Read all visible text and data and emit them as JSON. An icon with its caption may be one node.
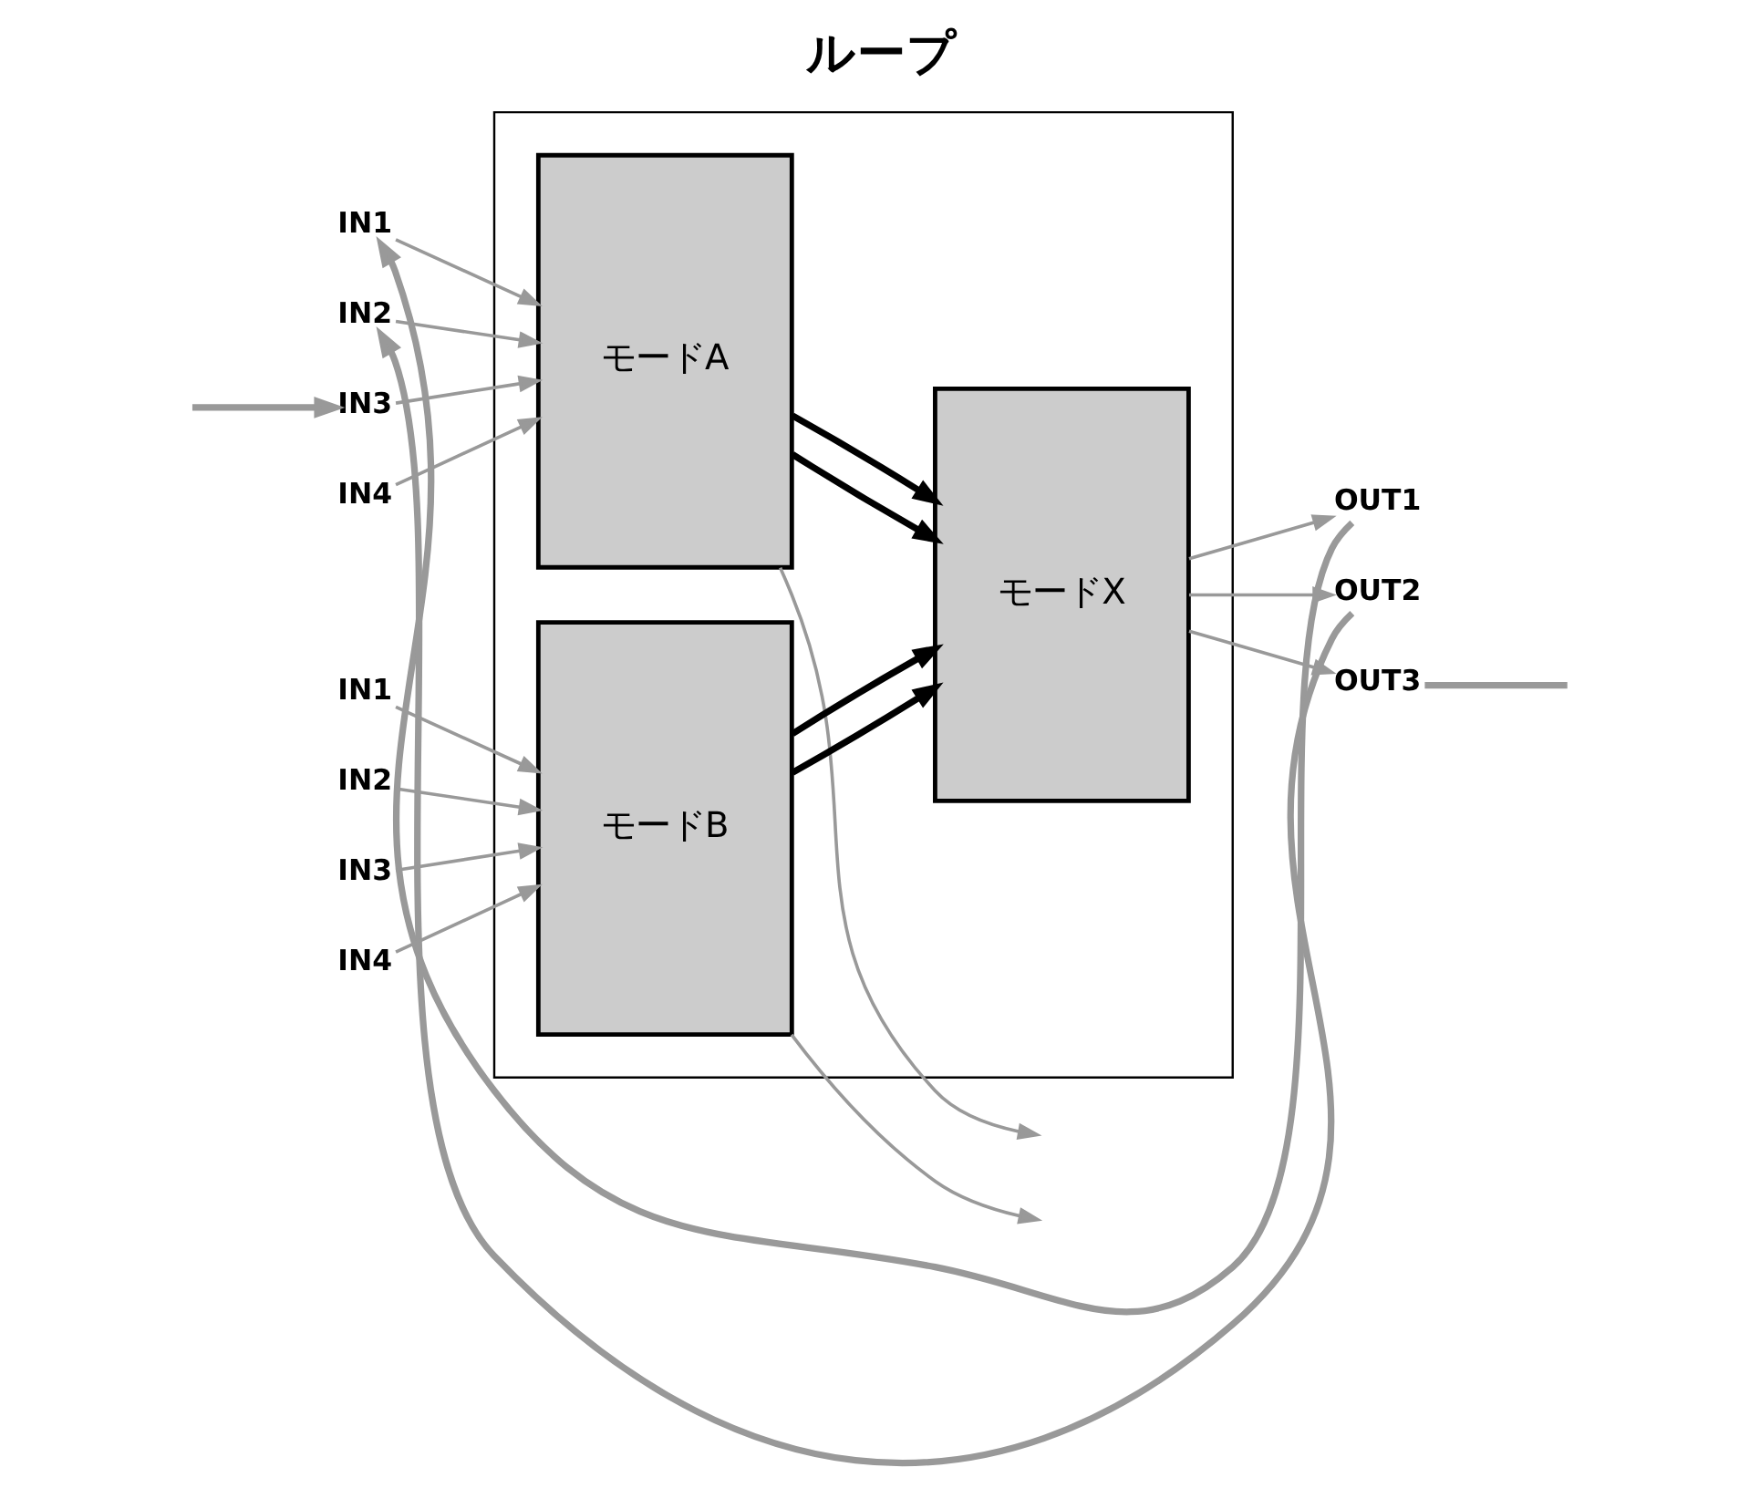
{
  "diagram": {
    "title": "ループ",
    "nodes": [
      {
        "text": [],
        "shape": "box"
      },
      {
        "text": [
          "モードA"
        ],
        "in": 0
      },
      {
        "text": [
          "モードX"
        ],
        "in": 0
      },
      {
        "text": [
          "モードB"
        ],
        "in": 0
      },
      {
        "text": [
          "IN1"
        ]
      },
      {
        "text": [
          "IN2"
        ]
      },
      {
        "text": [
          "IN3"
        ]
      },
      {
        "text": [
          "IN4"
        ]
      },
      {
        "text": [
          "OUT1"
        ]
      },
      {
        "text": [
          "OUT2"
        ]
      },
      {
        "text": [
          "OUT3"
        ]
      },
      {
        "text": [
          "IN1"
        ]
      },
      {
        "text": [
          "IN2"
        ]
      },
      {
        "text": [
          "IN3"
        ]
      },
      {
        "text": [
          "IN4"
        ]
      }
    ],
    "edges": [
      {
        "from": 4,
        "to": 1,
        "arrow": "to"
      },
      {
        "from": 5,
        "to": 1,
        "arrow": "to"
      },
      {
        "from": 6,
        "to": 1,
        "arrow": "to"
      },
      {
        "from": 7,
        "to": 1,
        "arrow": "to"
      },
      {
        "from": 1,
        "to": 2,
        "arrow": "to",
        "style": "thick",
        "color": "#000000"
      },
      {
        "from": 1,
        "to": null,
        "arrow": "to"
      },
      {
        "from": 1,
        "to": 2,
        "arrow": "to",
        "style": "thick",
        "color": "#000000"
      },
      {
        "from": 3,
        "to": 2,
        "arrow": "to",
        "style": "thick",
        "color": "#000000"
      },
      {
        "from": 3,
        "to": 2,
        "arrow": "to",
        "style": "thick",
        "color": "#000000"
      },
      {
        "from": 2,
        "to": 8,
        "arrow": "to"
      },
      {
        "from": 2,
        "to": 9,
        "arrow": "to"
      },
      {
        "from": 2,
        "to": 10,
        "arrow": "to"
      },
      {
        "from": 8,
        "to": 4,
        "arrow": "to",
        "style": "thick"
      },
      {
        "from": 9,
        "to": 5,
        "arrow": "to",
        "style": "thick"
      },
      {
        "from": 10,
        "to": null,
        "arrow": "none",
        "style": "thick"
      },
      {
        "from": null,
        "to": 6,
        "arrow": "to",
        "style": "thick"
      },
      {
        "from": 11,
        "to": 3,
        "arrow": "to"
      },
      {
        "from": 12,
        "to": 3,
        "arrow": "to"
      },
      {
        "from": 13,
        "to": 3,
        "arrow": "to"
      },
      {
        "from": 14,
        "to": 3,
        "arrow": "to"
      },
      {
        "from": 3,
        "to": null,
        "arrow": "to"
      }
    ]
  }
}
